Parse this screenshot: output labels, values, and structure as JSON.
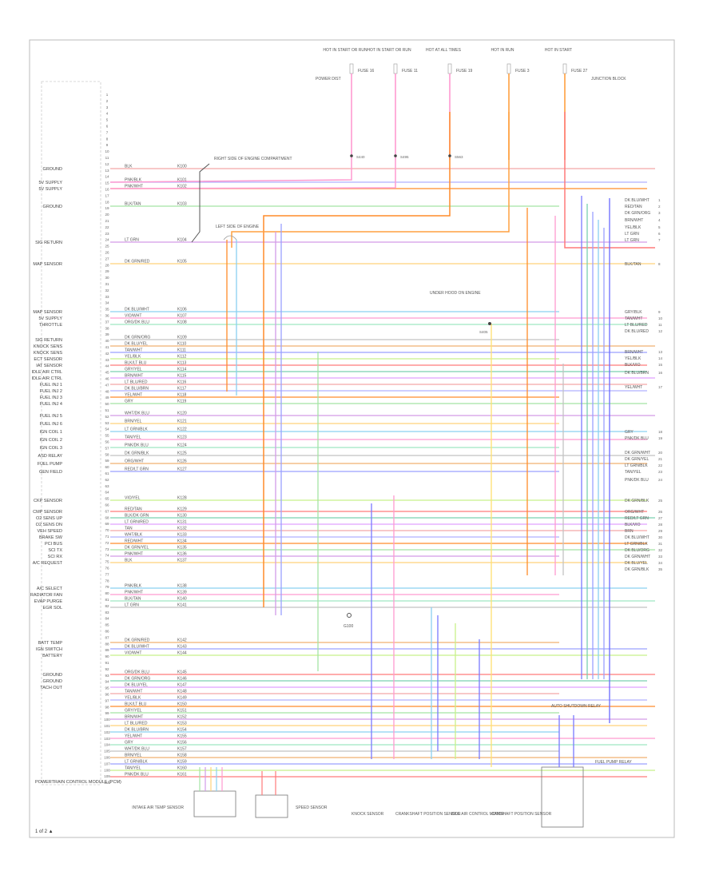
{
  "diagram": {
    "footer_code": "1 of 2 ▲",
    "ecm_title": "POWERTRAIN CONTROL MODULE (PCM)",
    "fuse_top": [
      {
        "label": "HOT IN START OR RUN",
        "fuse": "FUSE 16"
      },
      {
        "label": "HOT IN START OR RUN",
        "fuse": "FUSE 11"
      },
      {
        "label": "HOT AT ALL TIMES",
        "fuse": "FUSE 19"
      },
      {
        "label": "HOT IN RUN",
        "fuse": "FUSE 3"
      },
      {
        "label": "HOT IN START",
        "fuse": "FUSE 27"
      }
    ],
    "left_labels": [
      "GROUND",
      "5V SUPPLY",
      "5V SUPPLY",
      "GROUND",
      "SIG RETURN",
      "MAP SENSOR",
      "MAP SENSOR",
      "5V SUPPLY",
      "THROTTLE",
      "SIG RETURN",
      "KNOCK SENS",
      "KNOCK SENS",
      "ECT SENSOR",
      "IAT SENSOR",
      "IDLE AIR CTRL",
      "IDLE AIR CTRL",
      "FUEL INJ 1",
      "FUEL INJ 2",
      "FUEL INJ 3",
      "FUEL INJ 4",
      "FUEL INJ 5",
      "FUEL INJ 6",
      "IGN COIL 1",
      "IGN COIL 2",
      "IGN COIL 3",
      "ASD RELAY",
      "FUEL PUMP",
      "GEN FIELD",
      "CKP SENSOR",
      "CMP SENSOR",
      "O2 SENS UP",
      "O2 SENS DN",
      "VEH SPEED",
      "BRAKE SW",
      "PCI BUS",
      "SCI TX",
      "SCI RX",
      "A/C REQUEST",
      "A/C SELECT",
      "RADIATOR FAN",
      "EVAP PURGE",
      "EGR SOL",
      "BATT TEMP",
      "IGN SWITCH",
      "BATTERY",
      "GROUND",
      "GROUND",
      "TACH OUT"
    ],
    "wire_colors": [
      "BLK",
      "PNK/BLK",
      "PNK/WHT",
      "BLK/TAN",
      "LT GRN",
      "DK GRN/RED",
      "DK BLU/WHT",
      "VIO/WHT",
      "ORG/DK BLU",
      "DK GRN/ORG",
      "DK BLU/YEL",
      "TAN/WHT",
      "YEL/BLK",
      "BLK/LT BLU",
      "GRY/YEL",
      "BRN/WHT",
      "LT BLU/RED",
      "DK BLU/BRN",
      "YEL/WHT",
      "GRY",
      "WHT/DK BLU",
      "BRN/YEL",
      "LT GRN/BLK",
      "TAN/YEL",
      "PNK/DK BLU",
      "DK GRN/BLK",
      "ORG/WHT",
      "RED/LT GRN",
      "VIO/YEL",
      "RED/TAN",
      "BLK/DK GRN",
      "LT GRN/RED",
      "TAN",
      "WHT/BLK",
      "RED/WHT",
      "DK GRN/YEL",
      "PNK/WHT"
    ],
    "right_labels": [
      "DK BLU/WHT",
      "RED/TAN",
      "DK GRN/ORG",
      "BRN/WHT",
      "YEL/BLK",
      "LT GRN",
      "LT GRN",
      "BLK/TAN",
      "GRY/BLK",
      "TAN/WHT",
      "LT BLU/RED",
      "DK BLU/RED",
      "BRN/WHT",
      "YEL/BLK",
      "BLK/VIO",
      "DK BLU/BRN",
      "YEL/WHT",
      "GRY",
      "PNK/DK BLU",
      "DK GRN/WHT",
      "DK GRN/YEL",
      "LT GRN/BLK",
      "TAN/YEL",
      "PNK/DK BLU",
      "DK GRN/BLK",
      "ORG/WHT",
      "RED/LT GRN",
      "BLK/VIO",
      "BRN",
      "DK BLU/WHT",
      "LT GRN/BLK",
      "DK BLU/ORG",
      "DK GRN/WHT",
      "DK BLU/YEL",
      "DK GRN/BLK"
    ],
    "components": {
      "splice_top": "RIGHT SIDE OF ENGINE COMPARTMENT",
      "splice_mid": "LEFT SIDE OF ENGINE",
      "sensor_a": "INTAKE AIR TEMP SENSOR",
      "sensor_b": "SPEED SENSOR",
      "sensor_c": "CAMSHAFT POSITION SENSOR",
      "sensor_d": "CRANKSHAFT POSITION SENSOR",
      "relay": "AUTO SHUTDOWN RELAY",
      "splice_low": "UNDER HOOD ON ENGINE",
      "bottom_right": "FUEL PUMP RELAY",
      "idle_air": "IDLE AIR CONTROL MOTOR",
      "knock": "KNOCK SENSOR"
    }
  }
}
